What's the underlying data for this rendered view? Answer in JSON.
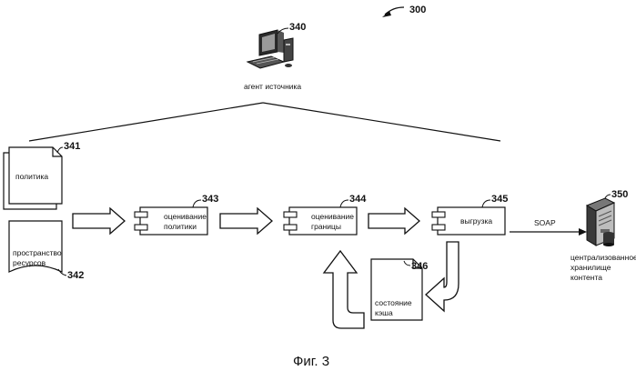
{
  "figure": {
    "ref_number": "300",
    "caption": "Фиг. 3"
  },
  "source_agent": {
    "ref": "340",
    "label": "агент источника"
  },
  "policy_doc": {
    "ref": "341",
    "label": "политика"
  },
  "resource_doc": {
    "ref": "342",
    "label_line1": "пространство",
    "label_line2": "ресурсов"
  },
  "policy_eval": {
    "ref": "343",
    "label_line1": "оценивание",
    "label_line2": "политики"
  },
  "boundary_eval": {
    "ref": "344",
    "label_line1": "оценивание",
    "label_line2": "границы"
  },
  "upload": {
    "ref": "345",
    "label": "выгрузка"
  },
  "protocol_label": "SOAP",
  "cache_state": {
    "ref": "346",
    "label_line1": "состояние",
    "label_line2": "кэша"
  },
  "central_store": {
    "ref": "350",
    "label_line1": "централизованное",
    "label_line2": "хранилище",
    "label_line3": "контента"
  }
}
